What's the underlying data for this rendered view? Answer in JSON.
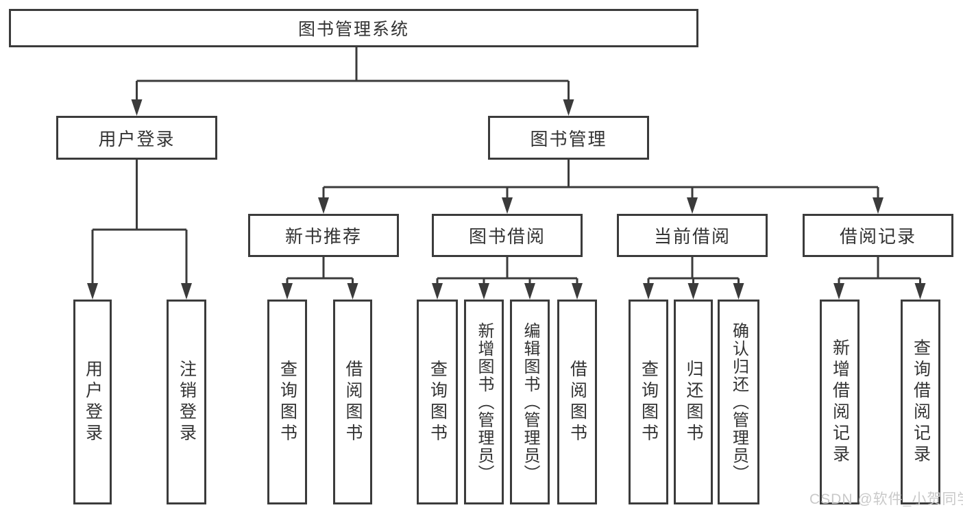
{
  "diagram": {
    "title": "图书管理系统",
    "nodes": {
      "root": "图书管理系统",
      "user_login": "用户登录",
      "book_management": "图书管理",
      "new_book_recommend": "新书推荐",
      "book_borrow": "图书借阅",
      "current_borrow": "当前借阅",
      "borrow_records": "借阅记录",
      "login": "用户登录",
      "logout": "注销登录",
      "nb_query_book": "查询图书",
      "nb_borrow_book": "借阅图书",
      "bb_query_book": "查询图书",
      "bb_add_book": "新增图书（管理员）",
      "bb_edit_book": "编辑图书（管理员）",
      "bb_borrow_book": "借阅图书",
      "cb_query_book": "查询图书",
      "cb_return_book": "归还图书",
      "cb_confirm_return": "确认归还（管理员）",
      "br_add_record": "新增借阅记录",
      "br_query_record": "查询借阅记录"
    },
    "colors": {
      "line": "#3b3b3b",
      "text": "#333333",
      "watermark": "#c9c9c9",
      "background": "#ffffff"
    }
  },
  "watermark": {
    "text": "CSDN @软件_小贺同学"
  }
}
